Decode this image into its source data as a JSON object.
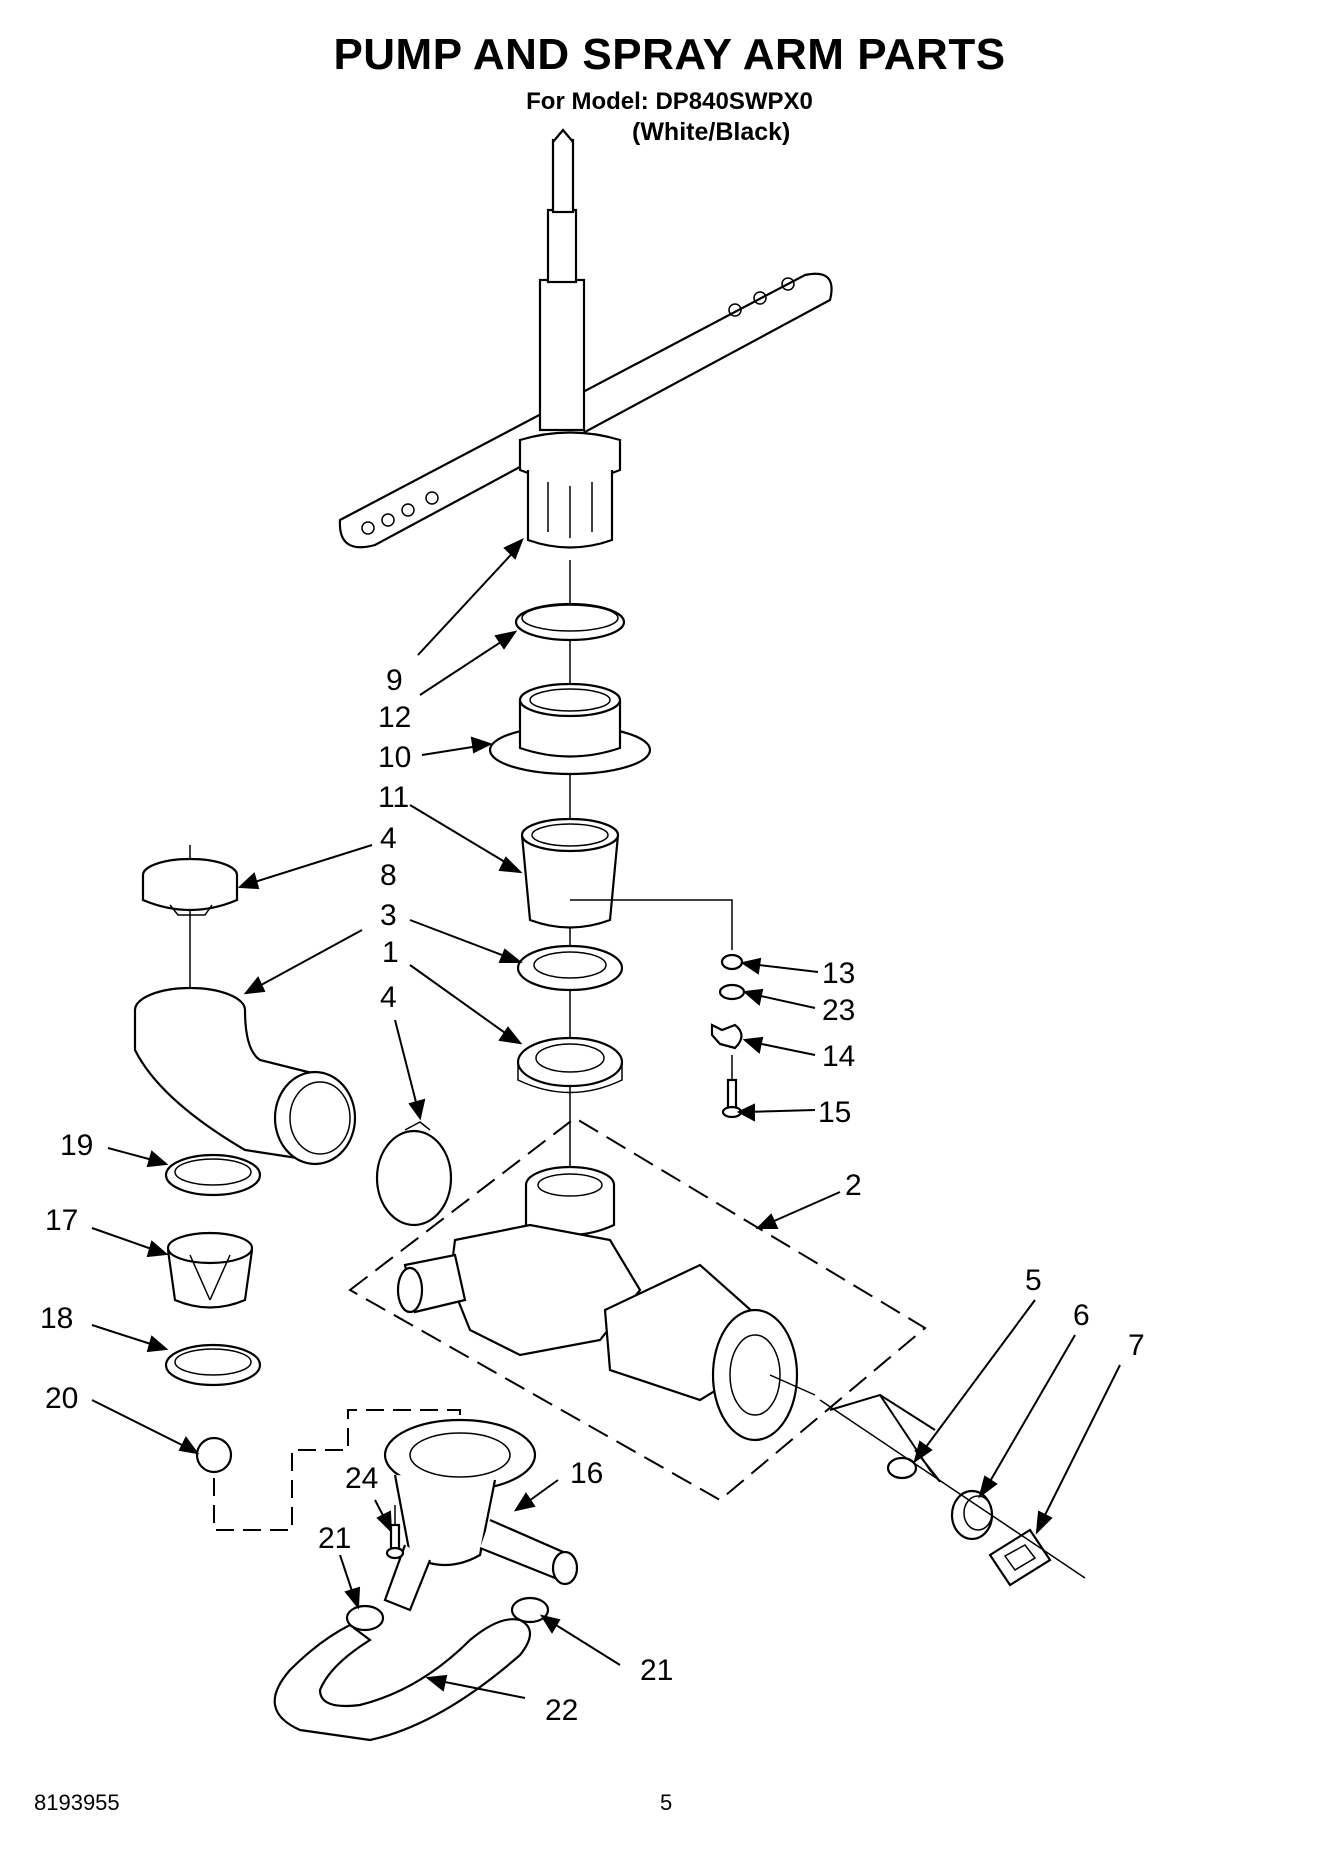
{
  "header": {
    "title": "PUMP AND SPRAY ARM PARTS",
    "model": "For Model: DP840SWPX0",
    "variant": "(White/Black)"
  },
  "callouts": [
    "9",
    "12",
    "10",
    "11",
    "4",
    "8",
    "3",
    "1",
    "4",
    "19",
    "17",
    "18",
    "20",
    "24",
    "21",
    "21",
    "22",
    "16",
    "2",
    "5",
    "6",
    "7",
    "13",
    "23",
    "14",
    "15"
  ],
  "footer": {
    "doc_number": "8193955",
    "page_number": "5"
  }
}
